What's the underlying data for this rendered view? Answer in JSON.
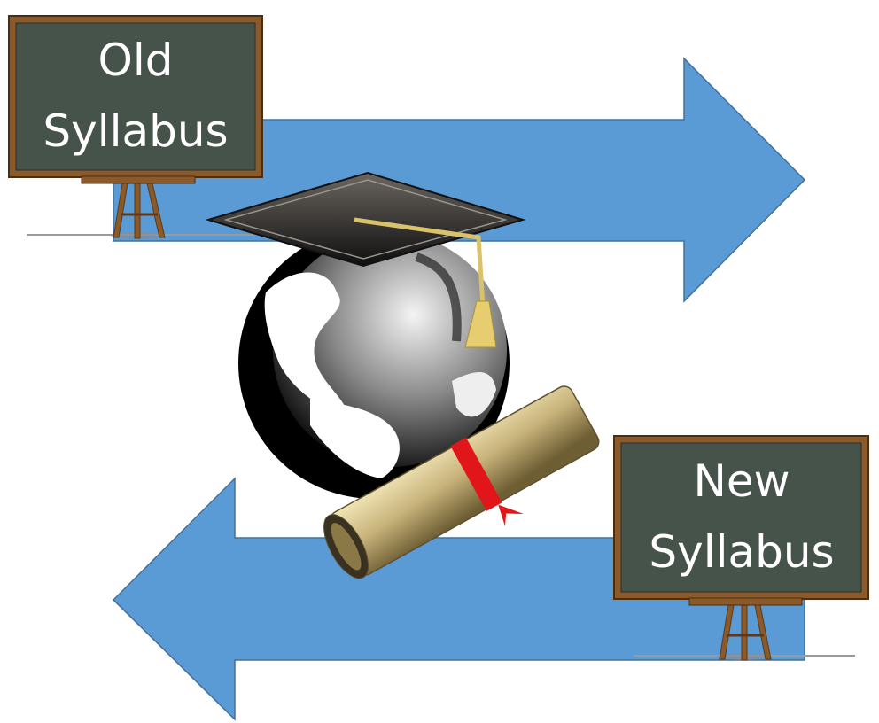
{
  "boards": {
    "old": {
      "line1": "Old",
      "line2": "Syllabus"
    },
    "new": {
      "line1": "New",
      "line2": "Syllabus"
    }
  },
  "colors": {
    "arrow": "#5B9BD5",
    "arrow_stroke": "#41719C",
    "board": "#45534A",
    "frame": "#8B5A2B",
    "ribbon": "#E0161B"
  },
  "icons": [
    "right-arrow-icon",
    "left-arrow-icon",
    "globe-icon",
    "graduation-cap-icon",
    "diploma-icon",
    "chalkboard-icon"
  ]
}
